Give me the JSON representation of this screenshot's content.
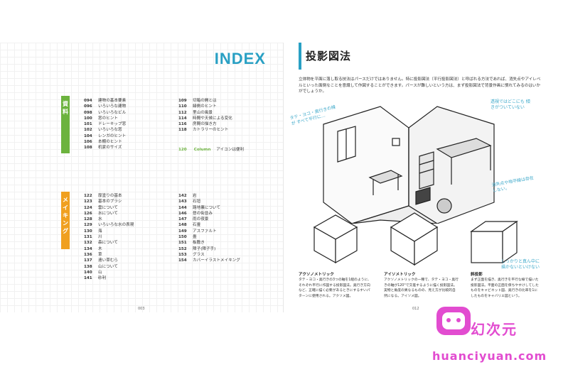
{
  "colors": {
    "accent_blue": "#29a0c4",
    "tab_green": "#6cb33e",
    "tab_orange": "#f0a020",
    "watermark_pink": "#e24cd0"
  },
  "left": {
    "title": "INDEX",
    "tab1_label": "資料",
    "tab2_label": "メイキング",
    "page_no": "003",
    "sec1_col1": [
      {
        "num": "094",
        "text": "建物の基本要素"
      },
      {
        "num": "096",
        "text": "いろいろな建物"
      },
      {
        "num": "098",
        "text": "いろいろなビル"
      },
      {
        "num": "100",
        "text": "窓のヒント"
      },
      {
        "num": "101",
        "text": "ドレーキップ窓"
      },
      {
        "num": "102",
        "text": "いろいろな窓"
      },
      {
        "num": "104",
        "text": "レンガのヒント"
      },
      {
        "num": "106",
        "text": "本棚のヒント"
      },
      {
        "num": "108",
        "text": "机家のサイズ"
      }
    ],
    "sec1_col2": [
      {
        "num": "109",
        "text": "切箱の開とは"
      },
      {
        "num": "110",
        "text": "緑側のヒント"
      },
      {
        "num": "112",
        "text": "里山の風景"
      },
      {
        "num": "114",
        "text": "時間や天候による変化"
      },
      {
        "num": "116",
        "text": "房間の描き方"
      },
      {
        "num": "118",
        "text": "カトラリーのヒント"
      }
    ],
    "column_item": {
      "num": "120",
      "tag": "Column",
      "text": "アイコンは便利"
    },
    "sec2_col1": [
      {
        "num": "122",
        "text": "厚塗りの基本"
      },
      {
        "num": "123",
        "text": "基本のブラシ"
      },
      {
        "num": "124",
        "text": "雲について"
      },
      {
        "num": "126",
        "text": "水について"
      },
      {
        "num": "128",
        "text": "水"
      },
      {
        "num": "129",
        "text": "いろいろな水の表現"
      },
      {
        "num": "130",
        "text": "海"
      },
      {
        "num": "131",
        "text": "川"
      },
      {
        "num": "132",
        "text": "森について"
      },
      {
        "num": "134",
        "text": "木"
      },
      {
        "num": "136",
        "text": "草"
      },
      {
        "num": "137",
        "text": "遠い草むら"
      },
      {
        "num": "138",
        "text": "山について"
      },
      {
        "num": "140",
        "text": "山"
      },
      {
        "num": "141",
        "text": "砂利"
      }
    ],
    "sec2_col2": [
      {
        "num": "142",
        "text": "岩"
      },
      {
        "num": "143",
        "text": "石垣"
      },
      {
        "num": "144",
        "text": "路地裏について"
      },
      {
        "num": "146",
        "text": "昼の街並み"
      },
      {
        "num": "147",
        "text": "雨の夜景"
      },
      {
        "num": "148",
        "text": "石畳"
      },
      {
        "num": "149",
        "text": "アスファルト"
      },
      {
        "num": "150",
        "text": "畳"
      },
      {
        "num": "151",
        "text": "板敷き"
      },
      {
        "num": "152",
        "text": "障子(障子手)"
      },
      {
        "num": "153",
        "text": "グラス"
      },
      {
        "num": "154",
        "text": "カバーイラストメイキング"
      }
    ]
  },
  "right": {
    "title": "投影図法",
    "intro": "立体物を平面に落し取る技法はパースだけではありません。特に投影図法（平行投影図法）と呼ばれる方法であれば、消失点やアイレベルといった面倒なことを意識して作図することができます。パースが難しいという方は、まず投影図法で背景作画に慣れてみるのはいかがでしょうか。",
    "note_left": "タテ・ヨコ・奥行きの線が すべて平行に…",
    "note_right_top": "透視ではどこにも 傾きがついていない",
    "note_right_mid": "消失点や地平線は存在しない。",
    "page_no": "012",
    "cubes": [
      {
        "title": "アクソノメトリック",
        "text": "タテ・ヨコ・奥行きの3つの軸を1組のように、それぞれ平行に作図する投影図法。奥行き方向など、正確に描く必要があるときにするすいパターンに使用される。アクソメ図。"
      },
      {
        "title": "アイソメトリック",
        "text": "アクソノメトリックの一種で、タテ・ヨコ・奥行きの軸が120°で交差するように描く投影図法。実物と角度の異なるものの、見え方が比較的自然になる。アイソメ図。"
      },
      {
        "title": "斜投影",
        "text": "まず正面を描き、奥行きを平行な線で描いた投影図法。平面の正面を保ちやすけしてしたものをキャビネット図、奥行きの比率を1にしたものをキャバリエ図という。"
      }
    ],
    "cube_note": "しっかりと真ん中に 描かないといけない"
  },
  "watermark": {
    "text": "幻次元",
    "url": "huanciyuan.com"
  }
}
